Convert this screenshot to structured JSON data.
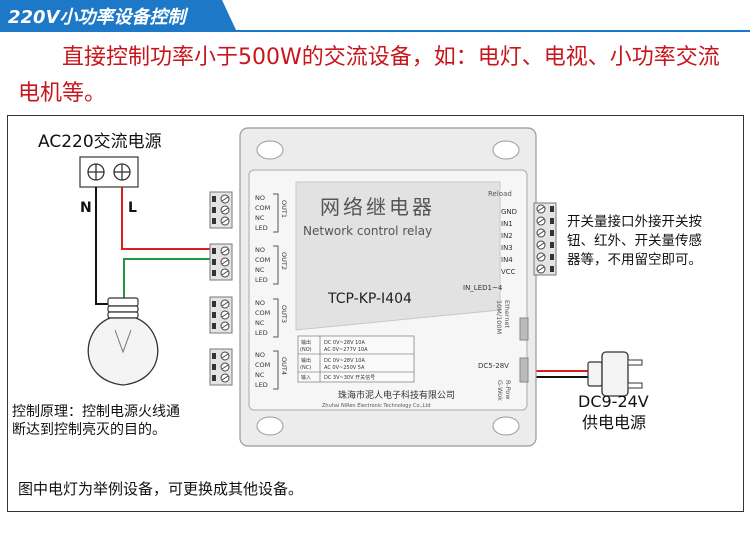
{
  "header": {
    "title": "220V小功率设备控制"
  },
  "intro": {
    "text": "直接控制功率小于500W的交流设备，如：电灯、电视、小功率交流电机等。"
  },
  "source": {
    "label": "AC220交流电源",
    "n_label": "N",
    "l_label": "L"
  },
  "principle": {
    "line1": "控制原理：控制电源火线通",
    "line2": "断达到控制亮灭的目的。"
  },
  "footnote": "图中电灯为举例设备，可更换成其他设备。",
  "device": {
    "title_cn": "网络继电器",
    "title_en": "Network control relay",
    "model": "TCP-KP-I404",
    "reload": "Reload",
    "inputs": [
      "GND",
      "IN1",
      "IN2",
      "IN3",
      "IN4",
      "VCC"
    ],
    "in_led": "IN_LED1~4",
    "ethernet": "Ethernet",
    "ethernet_speed": "10M/100M",
    "dc_label": "DC5-28V",
    "rpow": "R-Pow",
    "gwok": "G-Wok",
    "company_cn": "珠海市泥人电子科技有限公司",
    "company_en": "Zhuhai NiRen Electronic Technology Co.,Ltd",
    "relays": [
      {
        "pins": [
          "NO",
          "COM",
          "NC",
          "LED"
        ],
        "name": "OUT1"
      },
      {
        "pins": [
          "NO",
          "COM",
          "NC",
          "LED"
        ],
        "name": "OUT2"
      },
      {
        "pins": [
          "NO",
          "COM",
          "NC",
          "LED"
        ],
        "name": "OUT3"
      },
      {
        "pins": [
          "NO",
          "COM",
          "NC",
          "LED"
        ],
        "name": "OUT4"
      }
    ],
    "spec_rows": [
      {
        "tag": "输出",
        "sub": "(NO)",
        "lines": [
          "DC 0V~28V  10A",
          "AC 0V~277V 10A"
        ]
      },
      {
        "tag": "输出",
        "sub": "(NC)",
        "lines": [
          "DC 0V~28V  10A",
          "AC 0V~250V 5A"
        ]
      },
      {
        "tag": "输入",
        "sub": "",
        "lines": [
          "DC 3V~30V 开关信号"
        ]
      }
    ]
  },
  "switch_note": {
    "line1": "开关量接口外接开关按",
    "line2": "钮、红外、开关量传感",
    "line3": "器等，不用留空即可。"
  },
  "power": {
    "line1": "DC9-24V",
    "line2": "供电电源"
  },
  "colors": {
    "accent": "#1e78c8",
    "intro_text": "#c7161c",
    "wire_red": "#d81e1e",
    "wire_green": "#1e9a3c"
  }
}
